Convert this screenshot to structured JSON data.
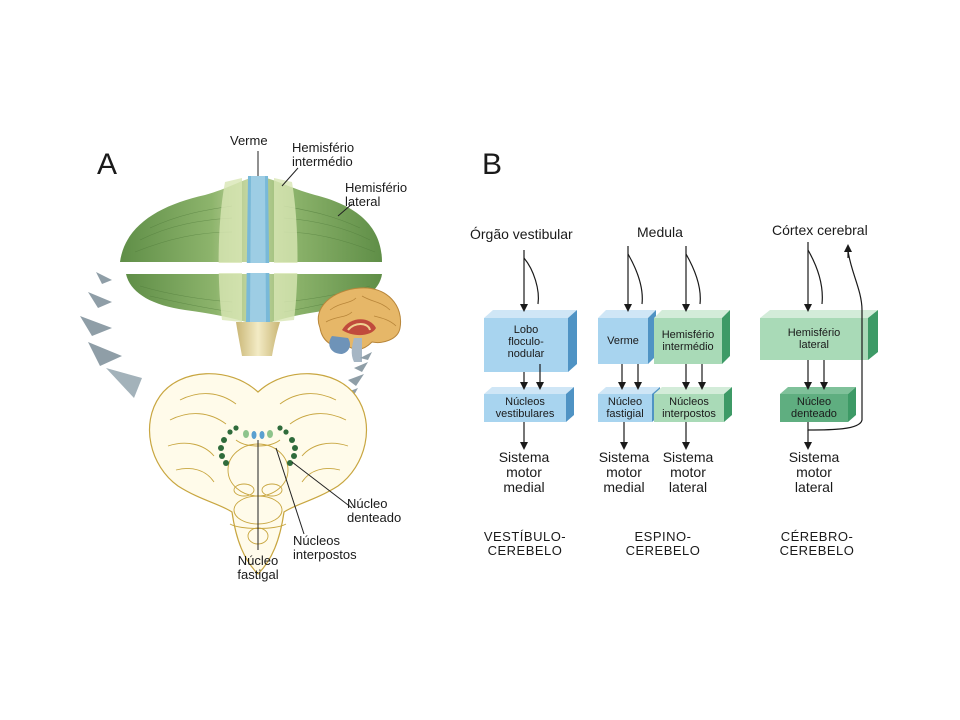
{
  "panel_a": {
    "letter": "A",
    "labels": {
      "verme": "Verme",
      "hemisferio_intermedio": "Hemisfério\nintermédio",
      "hemisferio_lateral": "Hemisfério\nlateral",
      "nucleo_denteado": "Núcleo\ndenteado",
      "nucleos_interpostos": "Núcleos\ninterpostos",
      "nucleo_fastigal": "Núcleo\nfastigal"
    }
  },
  "panel_b": {
    "letter": "B",
    "columns": [
      {
        "source": "Órgão vestibular",
        "top_box": "Lobo\nfloculo-\nnodular",
        "bottom_box": "Núcleos\nvestibulares",
        "outputs": [
          "Sistema\nmotor\nmedial"
        ],
        "category": "VESTÍBULO-\nCEREBELO"
      },
      {
        "source": "Medula",
        "top_box_left": "Verme",
        "top_box_right": "Hemisfério\nintermédio",
        "bottom_box_left": "Núcleo\nfastigial",
        "bottom_box_right": "Núcleos\ninterpostos",
        "outputs": [
          "Sistema\nmotor\nmedial",
          "Sistema\nmotor\nlateral"
        ],
        "category": "ESPINO-\nCEREBELO"
      },
      {
        "source": "Córtex cerebral",
        "top_box": "Hemisfério\nlateral",
        "bottom_box": "Núcleo\ndenteado",
        "outputs": [
          "Sistema\nmotor\nlateral"
        ],
        "category": "CÉREBRO-\nCEREBELO"
      }
    ]
  },
  "colors": {
    "blue_box": "#a8d4ef",
    "blue_side": "#4f93c4",
    "green_box": "#a9dab7",
    "green_side": "#3d9a66",
    "cerebellum_green": "#6f9b55",
    "vermis_blue": "#74b7d6",
    "outline_gold": "#c8a640",
    "arrow_grey": "#8f9ea7"
  }
}
